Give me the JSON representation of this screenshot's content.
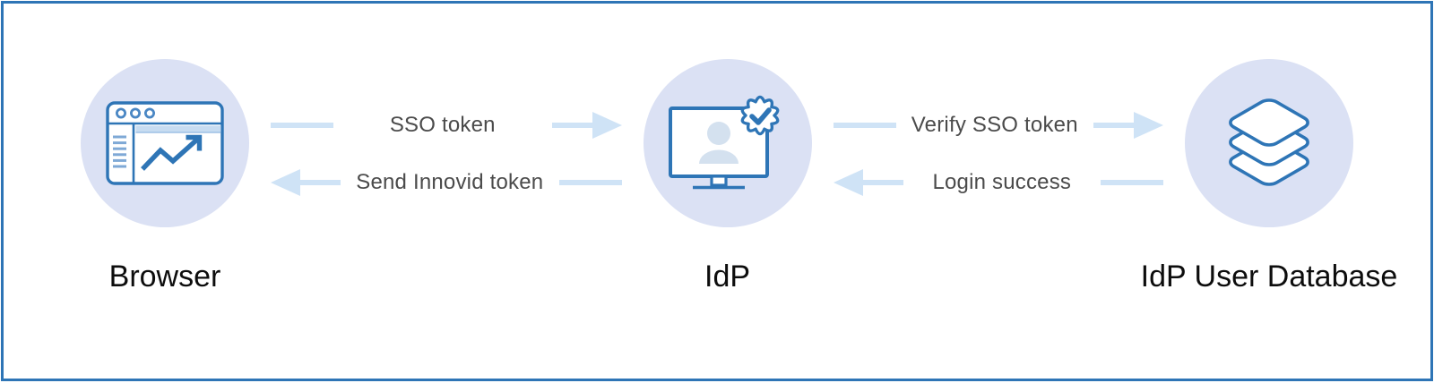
{
  "colors": {
    "frame-border": "#2e75b6",
    "accent-blue": "#2e75b6",
    "node-circle-fill": "#dbe1f4",
    "arrow-fill": "#cfe3f6",
    "flow-label-color": "#4b4b4b",
    "node-label-color": "#0d0d0d",
    "icon-light-fill": "#d4e1ef"
  },
  "nodes": [
    {
      "label": "Browser",
      "icon": "browser-window-chart-icon"
    },
    {
      "label": "IdP",
      "icon": "monitor-verified-user-icon"
    },
    {
      "label": "IdP User Database",
      "icon": "stacked-layers-icon"
    }
  ],
  "flows": [
    {
      "label": "SSO token",
      "direction": "right",
      "from": "Browser",
      "to": "IdP"
    },
    {
      "label": "Send Innovid token",
      "direction": "left",
      "from": "IdP",
      "to": "Browser"
    },
    {
      "label": "Verify SSO token",
      "direction": "right",
      "from": "IdP",
      "to": "IdP User Database"
    },
    {
      "label": "Login success",
      "direction": "left",
      "from": "IdP User Database",
      "to": "IdP"
    }
  ]
}
